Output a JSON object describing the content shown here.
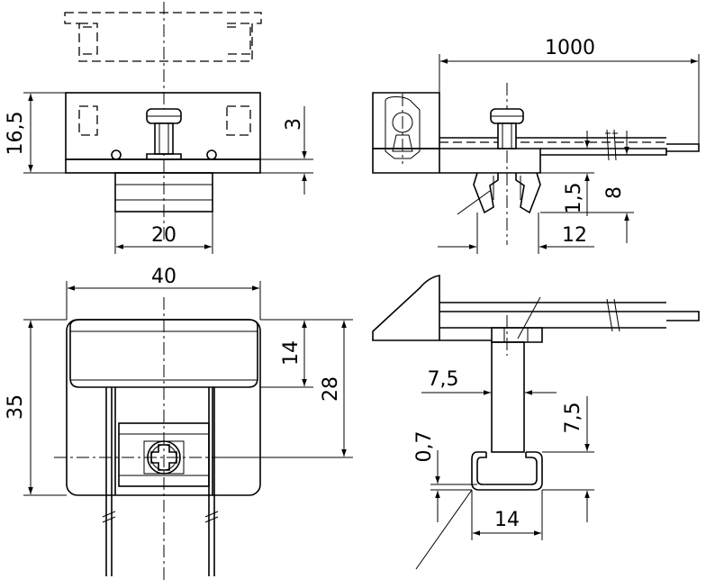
{
  "dimensions": {
    "d1000": "1000",
    "d16_5": "16,5",
    "d3": "3",
    "d20": "20",
    "d1_5": "1,5",
    "d8": "8",
    "d12": "12",
    "d40": "40",
    "d14_top": "14",
    "d35": "35",
    "d28": "28",
    "d7_5_h": "7,5",
    "d7_5_v": "7,5",
    "d0_7": "0,7",
    "d14_bot": "14"
  }
}
